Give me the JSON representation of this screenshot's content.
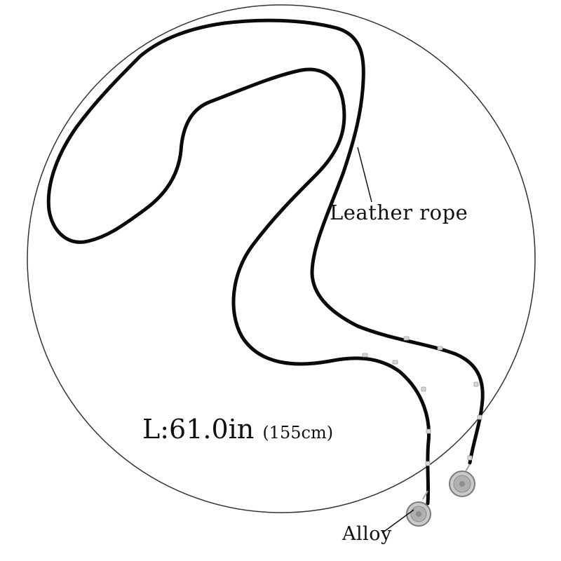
{
  "product_photo": {
    "labels": {
      "rope": "Leather rope",
      "pendant": "Alloy",
      "length_imperial": "L:61.0in",
      "length_metric": "(155cm)"
    },
    "colors": {
      "background": "#ffffff",
      "rope": "#0a0a0a",
      "circle_outline": "#333333",
      "metal": "#b8b8b8"
    },
    "icons": {
      "necklace": "leather-rope-necklace",
      "coins": "coin-pendant"
    }
  }
}
